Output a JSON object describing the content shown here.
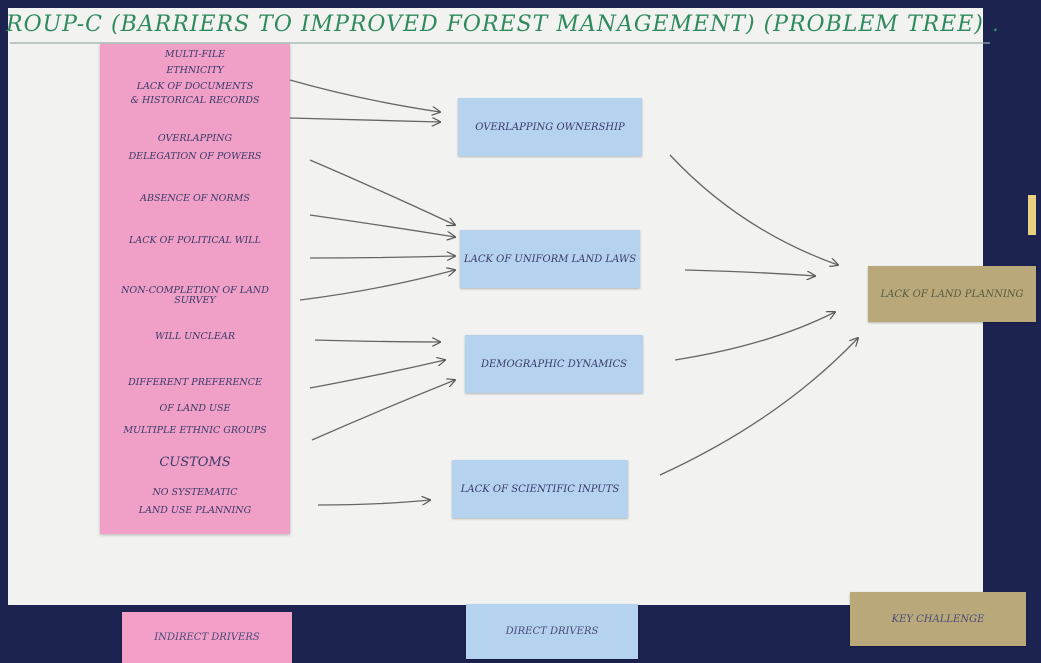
{
  "title": "ROUP-C (BARRIERS TO IMPROVED FOREST MANAGEMENT) (PROBLEM TREE) .",
  "indirect_drivers": [
    "MULTI-FILE",
    "ETHNICITY",
    "LACK OF DOCUMENTS",
    "& HISTORICAL RECORDS",
    "OVERLAPPING",
    "DELEGATION OF POWERS",
    "ABSENCE OF NORMS",
    "LACK OF POLITICAL WILL",
    "NON-COMPLETION OF LAND SURVEY",
    "WILL UNCLEAR",
    "DIFFERENT PREFERENCE",
    "OF LAND USE",
    "MULTIPLE ETHNIC GROUPS",
    "CUSTOMS",
    "NO SYSTEMATIC",
    "LAND USE PLANNING"
  ],
  "direct_drivers": [
    "OVERLAPPING OWNERSHIP",
    "LACK OF UNIFORM LAND LAWS",
    "DEMOGRAPHIC DYNAMICS",
    "LACK OF SCIENTIFIC INPUTS"
  ],
  "key_challenge": "LACK OF LAND PLANNING",
  "legend": {
    "indirect": "INDIRECT DRIVERS",
    "direct": "DIRECT DRIVERS",
    "key": "KEY CHALLENGE"
  }
}
